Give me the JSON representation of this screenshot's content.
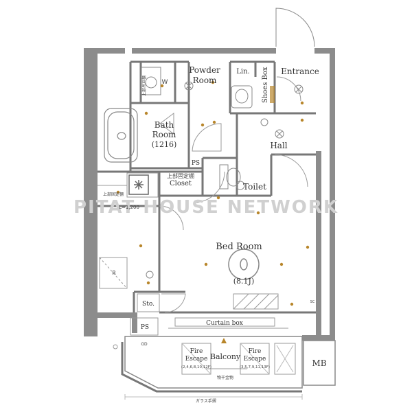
{
  "rooms": {
    "powder_room": [
      "Powder",
      "Room"
    ],
    "linen": "Lin.",
    "entrance": "Entrance",
    "shoes_box": "Shoes Box",
    "bath_room": [
      "Bath",
      "Room",
      "(1216)"
    ],
    "hall": "Hall",
    "ps_top": "PS",
    "toilet": "Toilet",
    "closet": [
      "上部固定棚",
      "Closet"
    ],
    "bed_room": [
      "Bed Room",
      "(8.1J)"
    ],
    "storage": "Sto.",
    "ps_bottom": "PS",
    "curtain_box": "Curtain box",
    "balcony": "Balcony",
    "fire_escape_left": [
      "Fire",
      "Escape",
      "(2,4,6,8,10,12F)"
    ],
    "fire_escape_right": [
      "Fire",
      "Escape",
      "(3,5,7,9,11,13F)"
    ],
    "mb": "MB",
    "w_mark": "W",
    "k_mark": "R",
    "loft": "L=1,200",
    "upper_shelf": "上部固定棚",
    "hanger": "物干金物",
    "glass_rail": "ガラス手摺",
    "sc_mark": "SC",
    "gd_mark": "GD",
    "wm_mark": "上部吊戸棚"
  },
  "watermark": "PITAT HOUSE NETWORK",
  "colors": {
    "wall": "#8c8c8c",
    "wall_dark": "#6e6e6e",
    "line": "#777777",
    "accent": "#b8862b",
    "watermark": "#d0d0d0"
  }
}
